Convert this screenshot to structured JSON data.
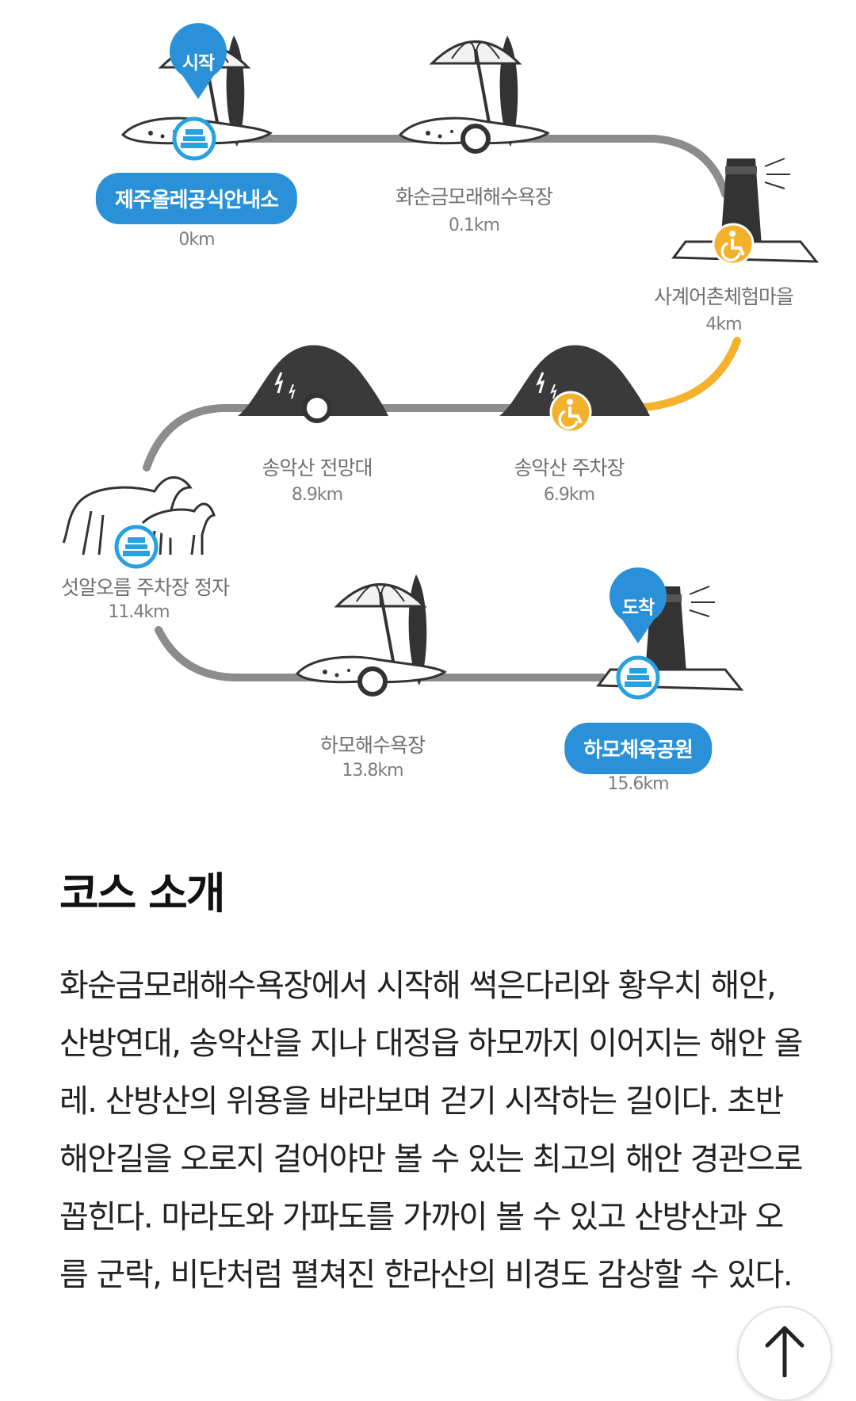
{
  "course_map": {
    "start_badge": "시작",
    "end_badge": "도착",
    "stops": [
      {
        "name": "제주올레공식안내소",
        "distance": "0km",
        "highlighted": true
      },
      {
        "name": "화순금모래해수욕장",
        "distance": "0.1km",
        "highlighted": false
      },
      {
        "name": "사계어촌체험마을",
        "distance": "4km",
        "highlighted": false
      },
      {
        "name": "송악산 주차장",
        "distance": "6.9km",
        "highlighted": false
      },
      {
        "name": "송악산 전망대",
        "distance": "8.9km",
        "highlighted": false
      },
      {
        "name": "섯알오름 주차장 정자",
        "distance": "11.4km",
        "highlighted": false
      },
      {
        "name": "하모해수욕장",
        "distance": "13.8km",
        "highlighted": false
      },
      {
        "name": "하모체육공원",
        "distance": "15.6km",
        "highlighted": true
      }
    ]
  },
  "section_title": "코스 소개",
  "intro_text": "화순금모래해수욕장에서 시작해 썩은다리와 황우치 해안, 산방연대, 송악산을 지나 대정읍 하모까지 이어지는 해안 올레. 산방산의 위용을 바라보며 걷기 시작하는 길이다. 초반 해안길을 오로지 걸어야만 볼 수 있는 최고의 해안 경관으로 꼽힌다. 마라도와 가파도를 가까이 볼 수 있고 산방산과 오름 군락, 비단처럼 펼쳐진 한라산의 비경도 감상할 수 있다.",
  "colors": {
    "accent_blue": "#2a91d8",
    "accessible_yellow": "#f3b12c",
    "path_gray": "#8c8c8c",
    "illustration_dark": "#333333"
  },
  "icons": {
    "top": "arrow-up-icon",
    "accessible": "wheelchair-icon",
    "info_center": "info-booth-icon"
  }
}
